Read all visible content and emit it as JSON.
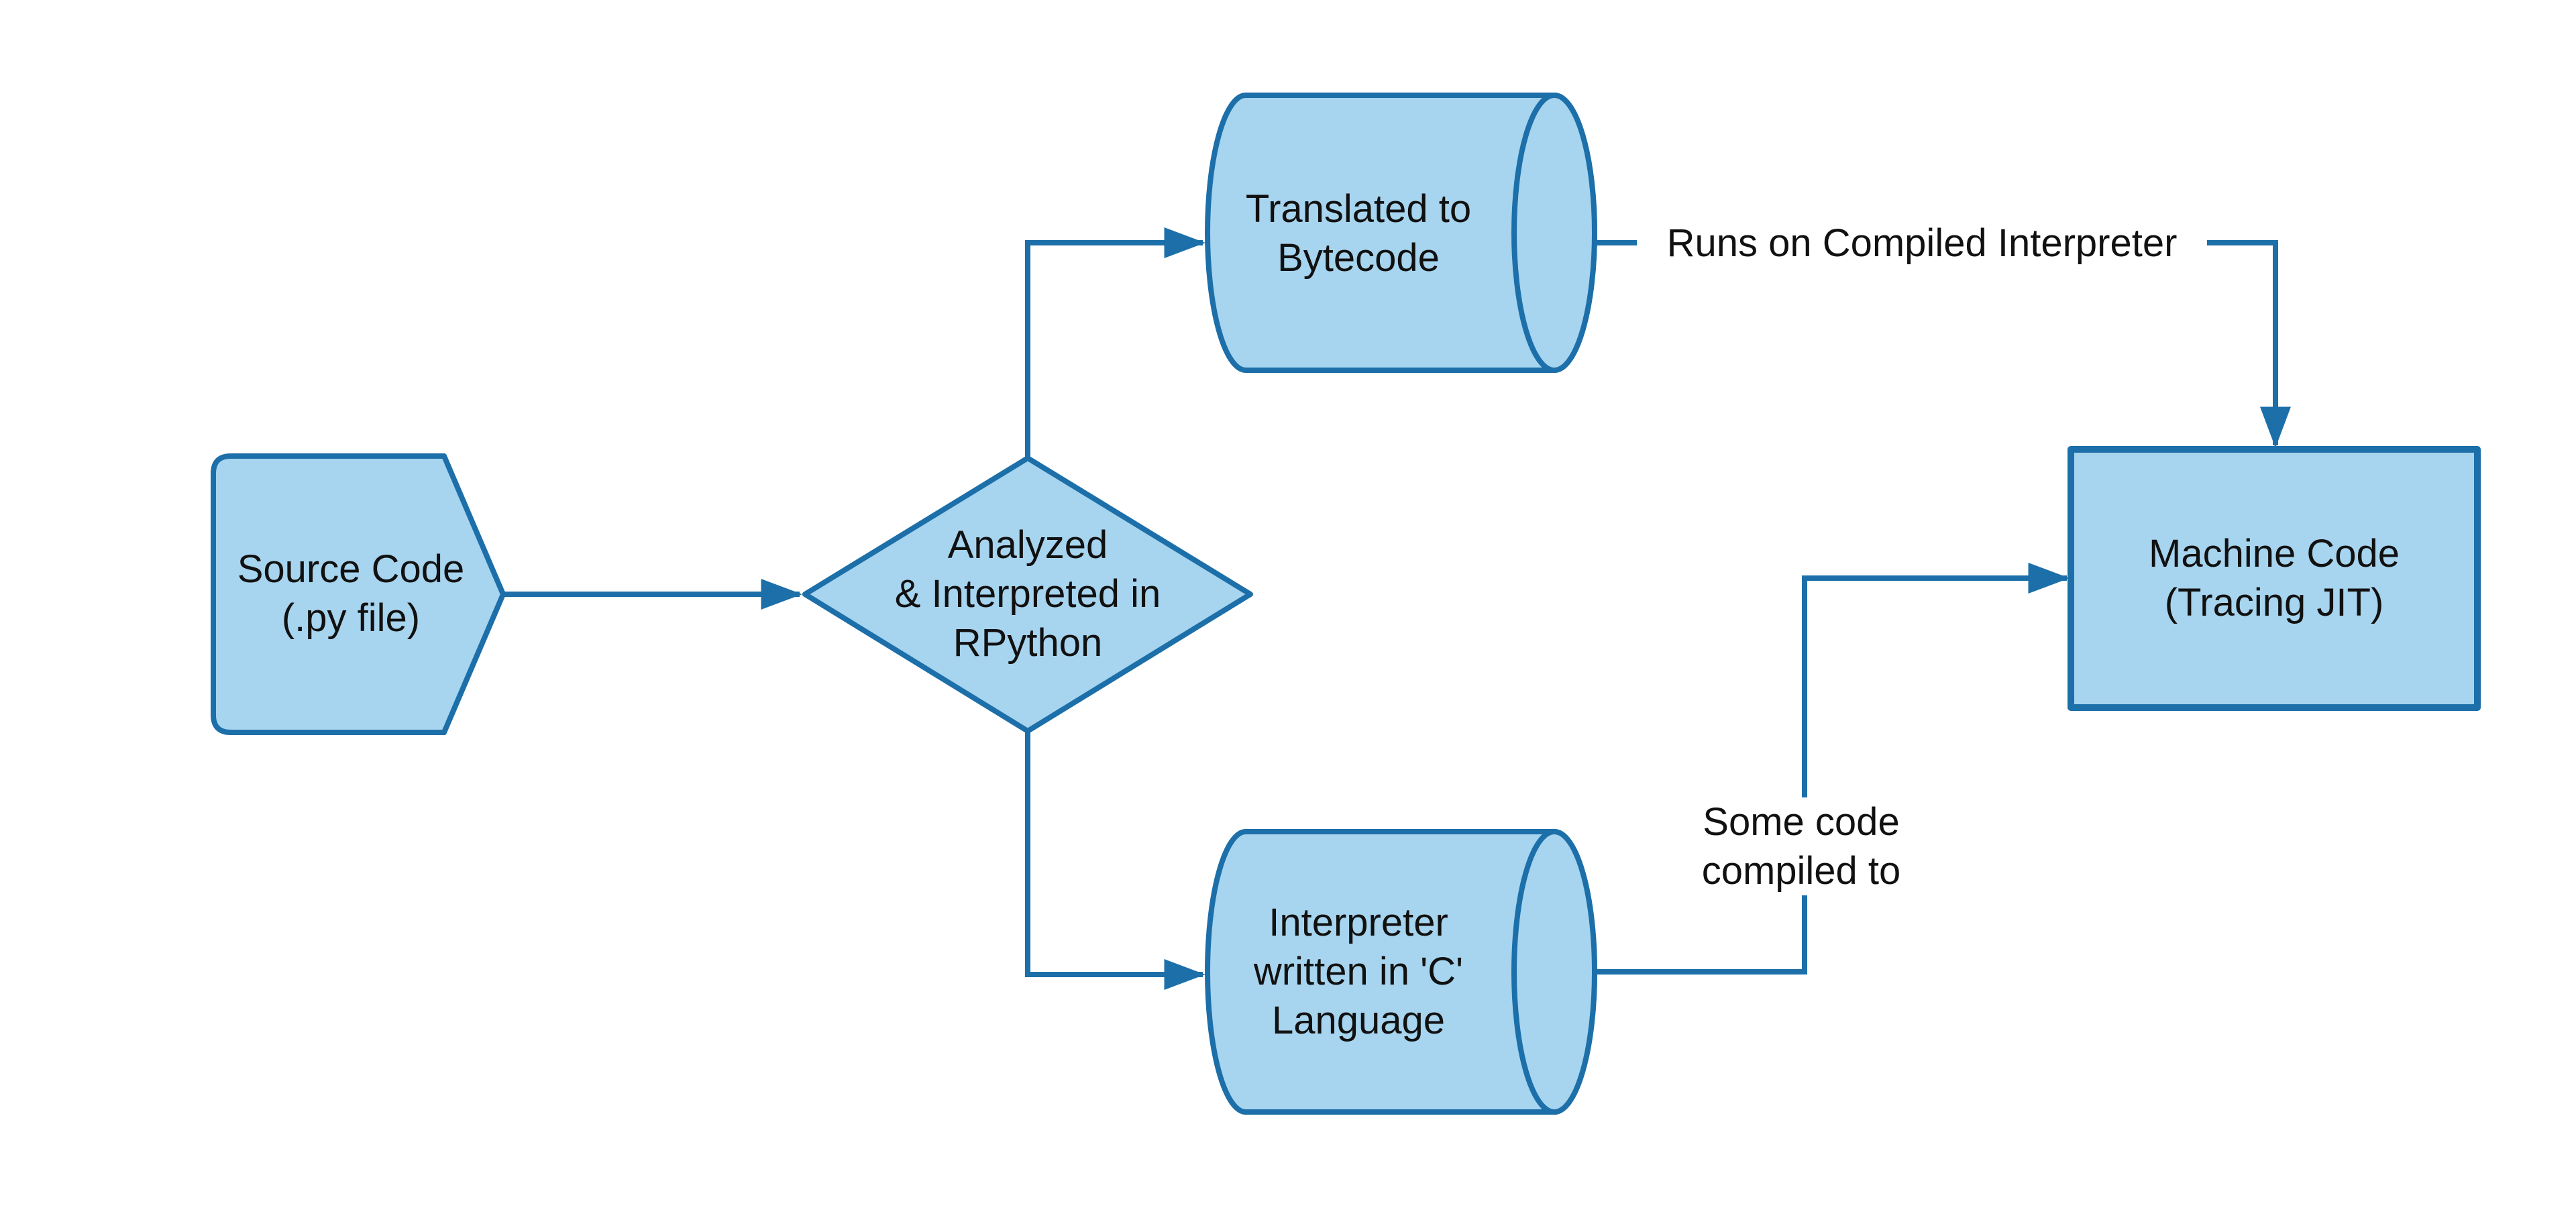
{
  "diagram": {
    "title": "Python source to machine code flowchart",
    "background_color": "#ffffff",
    "colors": {
      "background": "#ffffff",
      "shape_fill": "#a7d4ee",
      "shape_stroke": "#1c6fa9",
      "connector": "#1c6fa9",
      "label_text": "#111111",
      "edge_label_bg": "#ffffff"
    },
    "nodes": {
      "source_code": {
        "shape": "pentagon-right",
        "label": "Source Code\n(.py file)"
      },
      "analyzed": {
        "shape": "diamond",
        "label": "Analyzed\n& Interpreted in\nRPython"
      },
      "translated_bytecode": {
        "shape": "horizontal-cylinder",
        "label": "Translated to\nBytecode"
      },
      "interpreter_c": {
        "shape": "horizontal-cylinder",
        "label": "Interpreter\nwritten in 'C'\nLanguage"
      },
      "machine_code": {
        "shape": "rectangle",
        "label": "Machine Code\n(Tracing JIT)"
      }
    },
    "edges": [
      {
        "from": "source_code",
        "to": "analyzed",
        "label": ""
      },
      {
        "from": "analyzed",
        "to": "translated_bytecode",
        "label": ""
      },
      {
        "from": "translated_bytecode",
        "to": "machine_code",
        "label": "Runs on Compiled Interpreter"
      },
      {
        "from": "analyzed",
        "to": "interpreter_c",
        "label": ""
      },
      {
        "from": "interpreter_c",
        "to": "machine_code",
        "label": "Some code\ncompiled to"
      }
    ]
  }
}
